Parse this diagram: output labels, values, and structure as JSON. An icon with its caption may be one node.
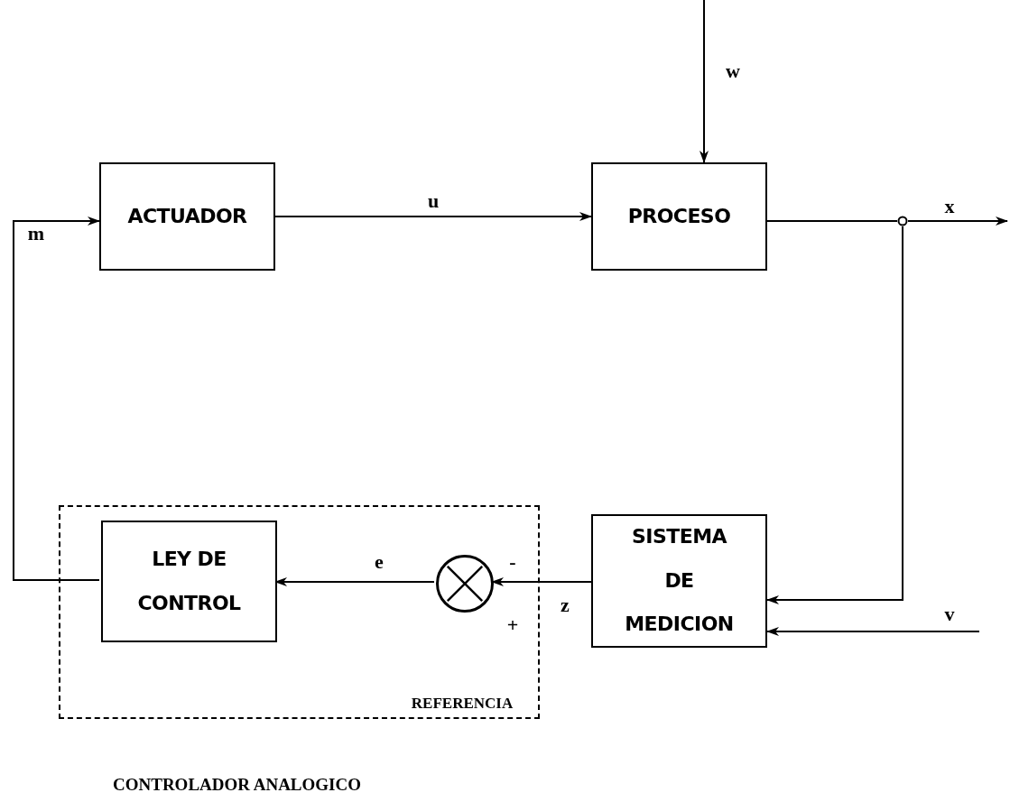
{
  "diagram": {
    "nodes": [
      {
        "text": [
          "ACTUADOR"
        ]
      },
      {
        "text": [
          "PROCESO"
        ]
      },
      {
        "text": [],
        "shape": "circle"
      },
      {
        "text": [
          "CONTROLADOR ANALOGICO"
        ]
      },
      {
        "text": [
          "LEY DE CONTROL"
        ],
        "in": 3
      },
      {
        "text": [],
        "shape": "circle",
        "in": 3
      },
      {
        "text": [
          "SISTEMA DE MEDICION"
        ]
      }
    ],
    "edges": [
      {
        "from": 4,
        "to": 0,
        "arrow": "to",
        "label": "m"
      },
      {
        "from": 0,
        "to": 1,
        "arrow": "to",
        "label": "u"
      },
      {
        "from": null,
        "to": 1,
        "arrow": "to",
        "label": "w"
      },
      {
        "from": 1,
        "to": 2,
        "arrow": "none"
      },
      {
        "from": 2,
        "to": null,
        "arrow": "to",
        "label": "x"
      },
      {
        "from": 2,
        "to": 6,
        "arrow": "to"
      },
      {
        "from": null,
        "to": 6,
        "arrow": "to",
        "label": "v"
      },
      {
        "from": 6,
        "to": 5,
        "arrow": "to",
        "label": "z"
      },
      {
        "from": 5,
        "to": 4,
        "arrow": "to",
        "label": "e"
      }
    ],
    "labels": [
      "-",
      "+",
      "REFERENCIA"
    ]
  }
}
